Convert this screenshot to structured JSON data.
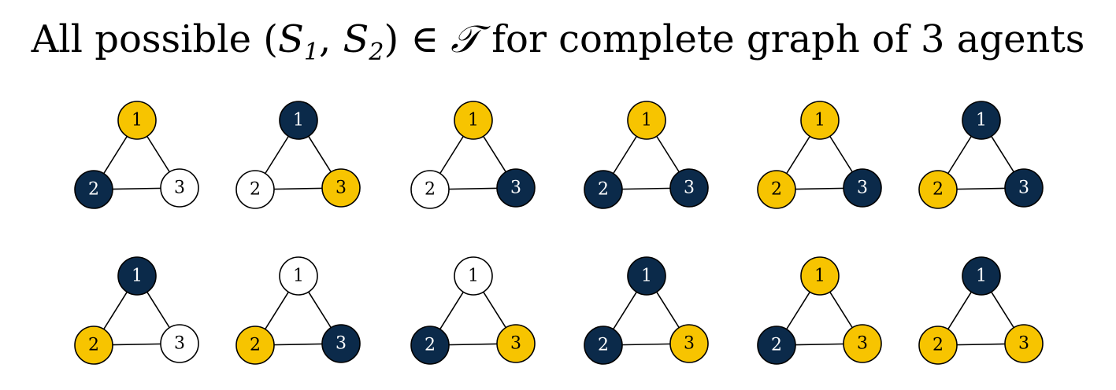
{
  "title": {
    "prefix": "All possible (",
    "s1_base": "S",
    "s1_sub": "1",
    "separator": ", ",
    "s2_base": "S",
    "s2_sub": "2",
    "middle": ") ∈ ",
    "set_symbol": "𝒯",
    "suffix": " for complete graph of 3 agents"
  },
  "colors": {
    "yellow": "#F7C400",
    "navy": "#0B2A4A",
    "white": "#FFFFFF",
    "stroke": "#000000"
  },
  "node_labels": [
    "1",
    "2",
    "3"
  ],
  "edges": [
    [
      1,
      2
    ],
    [
      1,
      3
    ],
    [
      2,
      3
    ]
  ],
  "graphs": [
    [
      "yellow",
      "navy",
      "white"
    ],
    [
      "navy",
      "white",
      "yellow"
    ],
    [
      "yellow",
      "white",
      "navy"
    ],
    [
      "yellow",
      "navy",
      "navy"
    ],
    [
      "yellow",
      "yellow",
      "navy"
    ],
    [
      "navy",
      "yellow",
      "navy"
    ],
    [
      "navy",
      "yellow",
      "white"
    ],
    [
      "white",
      "yellow",
      "navy"
    ],
    [
      "white",
      "navy",
      "yellow"
    ],
    [
      "navy",
      "navy",
      "yellow"
    ],
    [
      "yellow",
      "navy",
      "yellow"
    ],
    [
      "navy",
      "yellow",
      "yellow"
    ]
  ]
}
